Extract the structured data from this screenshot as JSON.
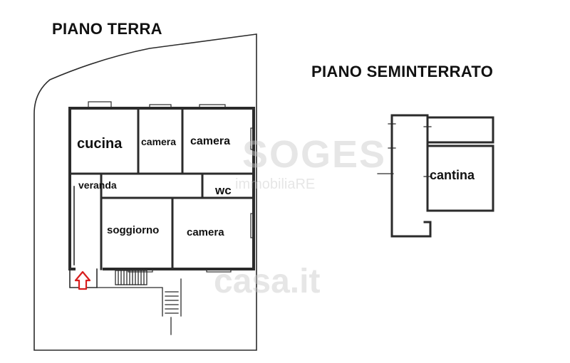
{
  "titles": {
    "ground_floor": "PIANO TERRA",
    "basement": "PIANO SEMINTERRATO"
  },
  "rooms": {
    "cucina": "cucina",
    "camera_1": "camera",
    "camera_2": "camera",
    "wc": "wc",
    "soggiorno": "soggiorno",
    "camera_3": "camera",
    "veranda": "veranda",
    "cantina": "cantina"
  },
  "watermarks": {
    "brand": "SOGES",
    "brand_sub": "immobiliaRE",
    "portal": "casa.it"
  },
  "colors": {
    "wall": "#2b2b2b",
    "entrance_arrow": "#d81e1e",
    "watermark": "#c9c9c9"
  },
  "icons": {
    "entrance": "entrance-arrow-icon"
  }
}
